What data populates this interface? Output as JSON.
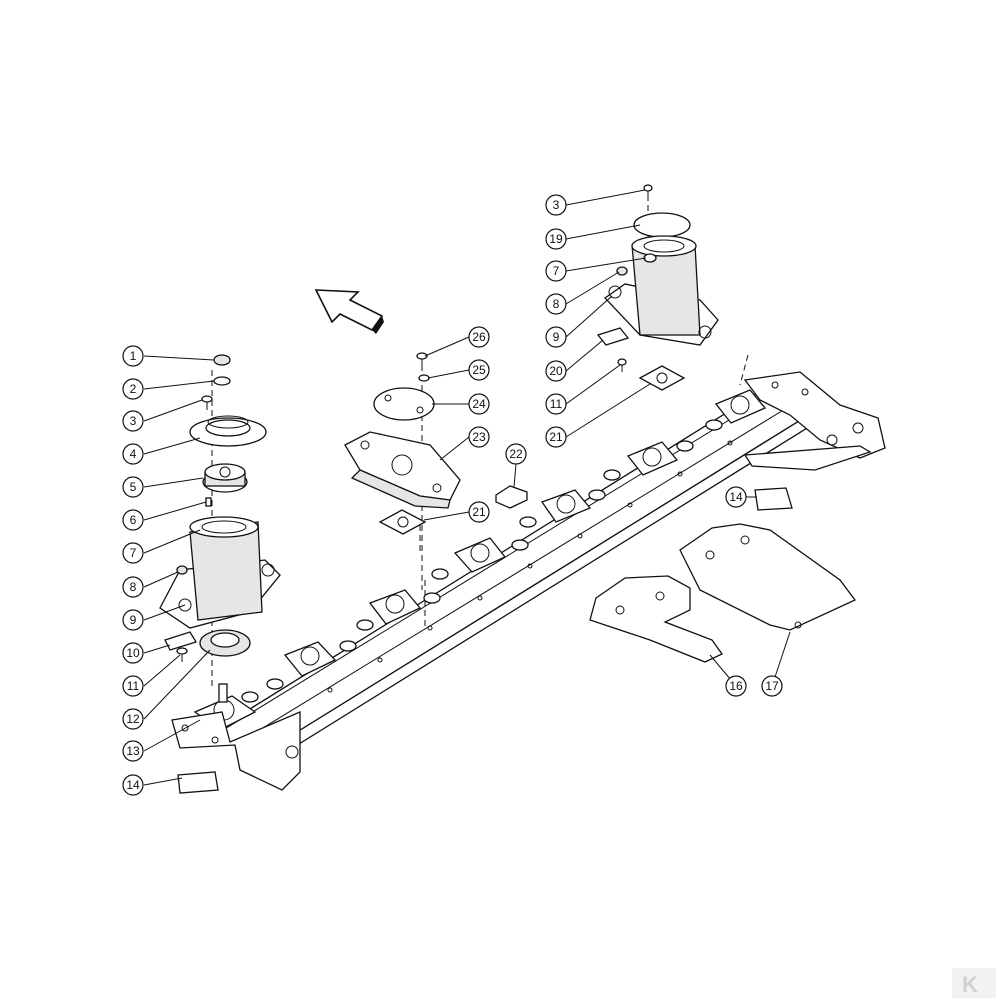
{
  "callouts": {
    "c1": "1",
    "c2": "2",
    "c3": "3",
    "c4": "4",
    "c5": "5",
    "c6": "6",
    "c7": "7",
    "c8": "8",
    "c9": "9",
    "c10": "10",
    "c11": "11",
    "c12": "12",
    "c13": "13",
    "c14": "14",
    "r3": "3",
    "r19": "19",
    "r7": "7",
    "r8": "8",
    "r9": "9",
    "r20": "20",
    "r11": "11",
    "r21": "21",
    "m26": "26",
    "m25": "25",
    "m24": "24",
    "m23": "23",
    "m22": "22",
    "m21": "21",
    "b14": "14",
    "b16": "16",
    "b17": "17"
  },
  "logo": "K",
  "icons": {
    "direction_arrow": "arrow-up-left-icon"
  }
}
